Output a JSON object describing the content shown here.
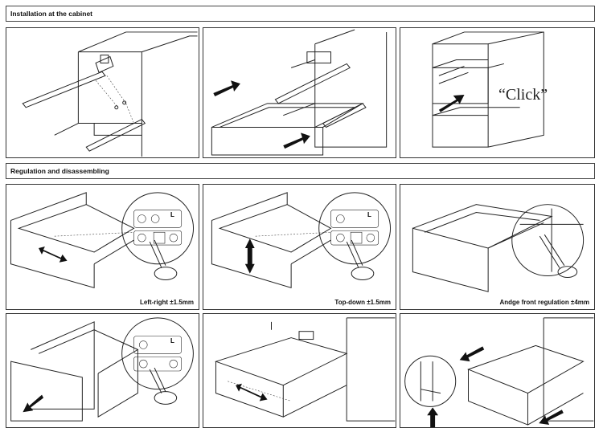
{
  "sections": {
    "installation_title": "Installation at the cabinet",
    "regulation_title": "Regulation and disassembling"
  },
  "panels": {
    "click_text": "“Click”",
    "left_right_caption": "Left-right ±1.5mm",
    "top_down_caption": "Top-down ±1.5mm",
    "angle_caption": "Andge front regulation ±4mm",
    "label_letter": "L"
  },
  "colors": {
    "line": "#222222",
    "drawer_front": "#e8e8e8",
    "arrow": "#111111"
  }
}
